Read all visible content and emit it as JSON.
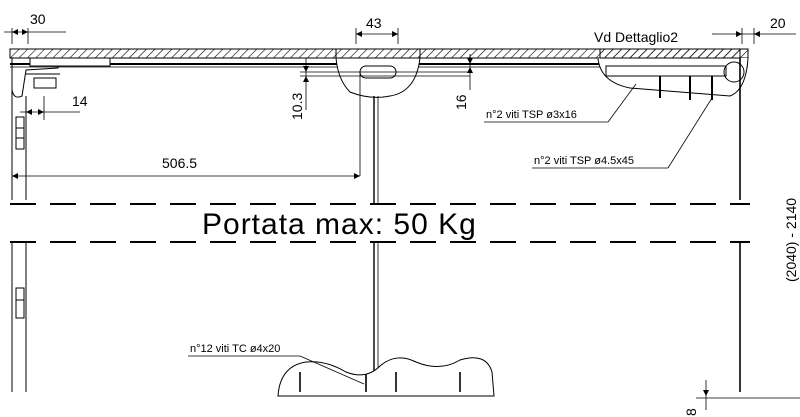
{
  "dimensions": {
    "top_left": "30",
    "top_center": "43",
    "top_right": "20",
    "lower_left": "14",
    "vertical_center": "10.3",
    "vertical_right": "16",
    "span": "506.5",
    "height_range": "(2040) - 2140",
    "bottom_right": "8"
  },
  "labels": {
    "detail_ref": "Vd Dettaglio2",
    "screws_1": "n°2 viti TSP ø3x16",
    "screws_2": "n°2 viti TSP ø4.5x45",
    "screws_3": "n°12 viti TC ø4x20",
    "load_capacity": "Portata max: 50 Kg"
  },
  "colors": {
    "line": "#000000",
    "background": "#ffffff"
  }
}
